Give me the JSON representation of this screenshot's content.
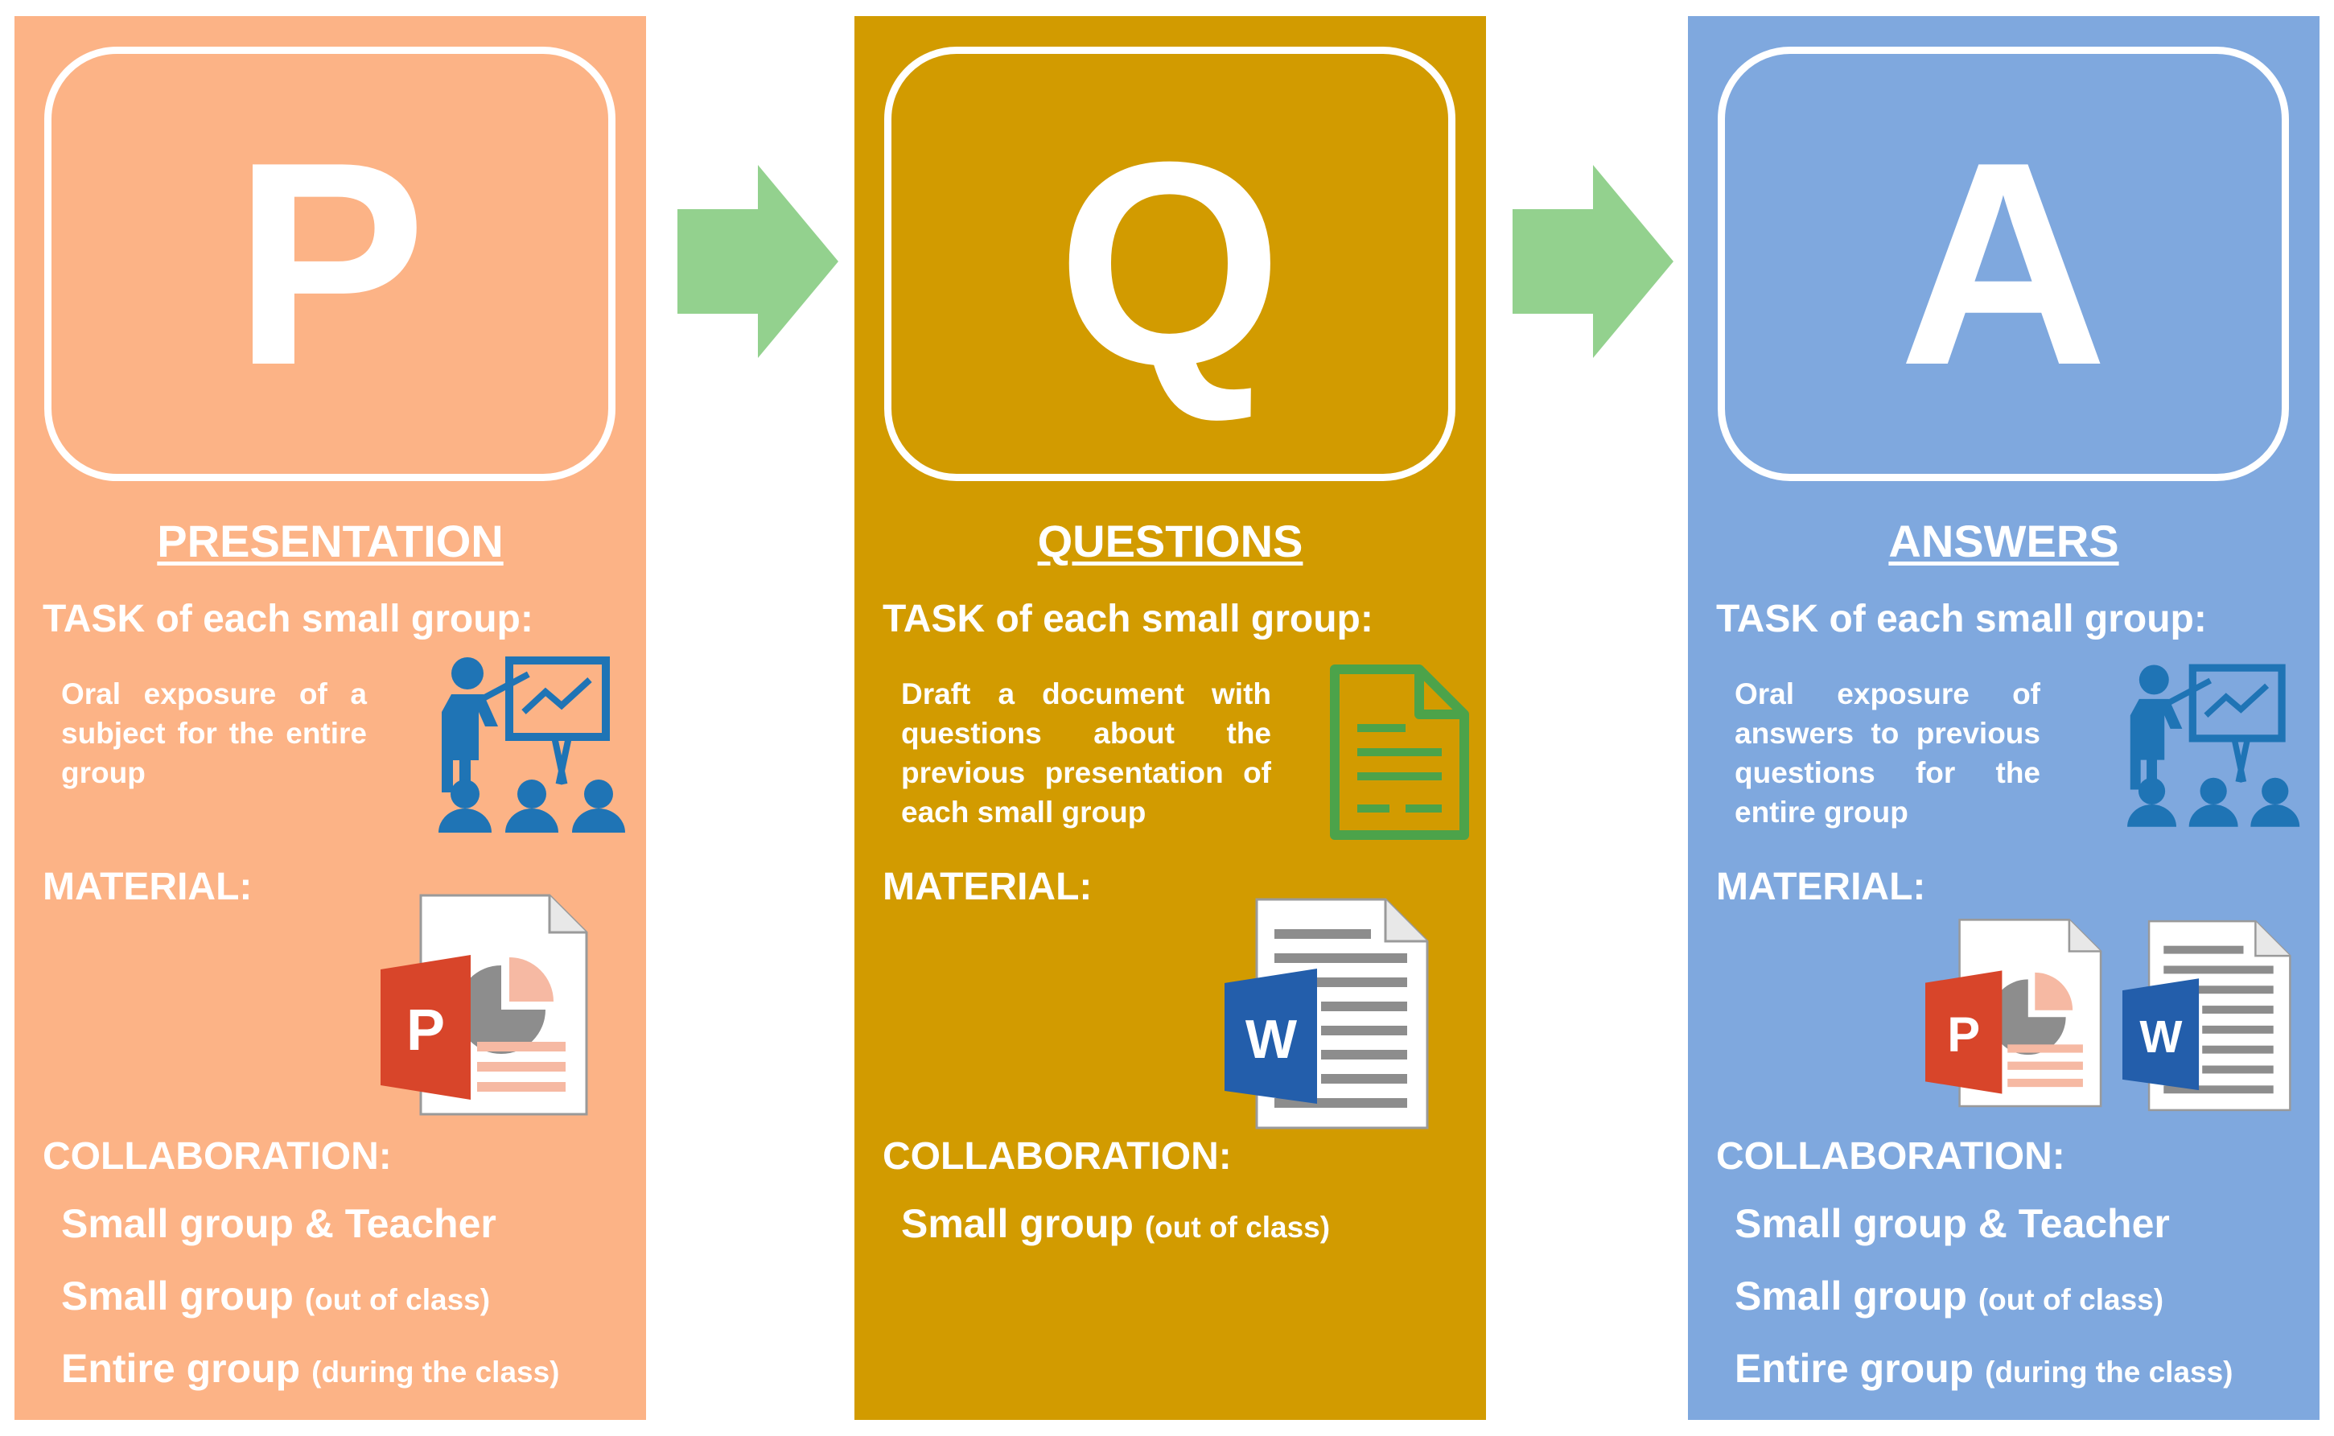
{
  "panels": [
    {
      "letter": "P",
      "heading": "PRESENTATION",
      "task_label": "TASK of each small group:",
      "task_desc": "Oral exposure of a subject for the entire group",
      "material_label": "MATERIAL:",
      "collab_label": "COLLABORATION:",
      "collab": [
        {
          "main": "Small group & Teacher",
          "note": ""
        },
        {
          "main": "Small group",
          "note": "(out of class)"
        },
        {
          "main": "Entire group",
          "note": "(during the class)"
        }
      ],
      "color": "#FCB386"
    },
    {
      "letter": "Q",
      "heading": "QUESTIONS",
      "task_label": "TASK of each small group:",
      "task_desc": "Draft a document with questions about the previous presentation of each small group",
      "material_label": "MATERIAL:",
      "collab_label": "COLLABORATION:",
      "collab": [
        {
          "main": "Small group",
          "note": "(out of class)"
        }
      ],
      "color": "#D29B00"
    },
    {
      "letter": "A",
      "heading": "ANSWERS",
      "task_label": "TASK of each small group:",
      "task_desc": "Oral exposure of answers to previous questions for the entire group",
      "material_label": "MATERIAL:",
      "collab_label": "COLLABORATION:",
      "collab": [
        {
          "main": "Small group & Teacher",
          "note": ""
        },
        {
          "main": "Small group",
          "note": "(out of class)"
        },
        {
          "main": "Entire group",
          "note": "(during the class)"
        }
      ],
      "color": "#7FA8DE"
    }
  ],
  "icons": {
    "presenter": "presenter-icon",
    "document": "document-icon",
    "powerpoint": "powerpoint-file-icon",
    "word": "word-file-icon",
    "arrow": "right-arrow-icon",
    "powerpoint_letter": "P",
    "word_letter": "W"
  },
  "colors": {
    "arrow": "#93D18E",
    "presenter": "#1F74B5",
    "document": "#4CA34A",
    "ppt_red": "#D8452A",
    "word_blue": "#235EAB"
  }
}
